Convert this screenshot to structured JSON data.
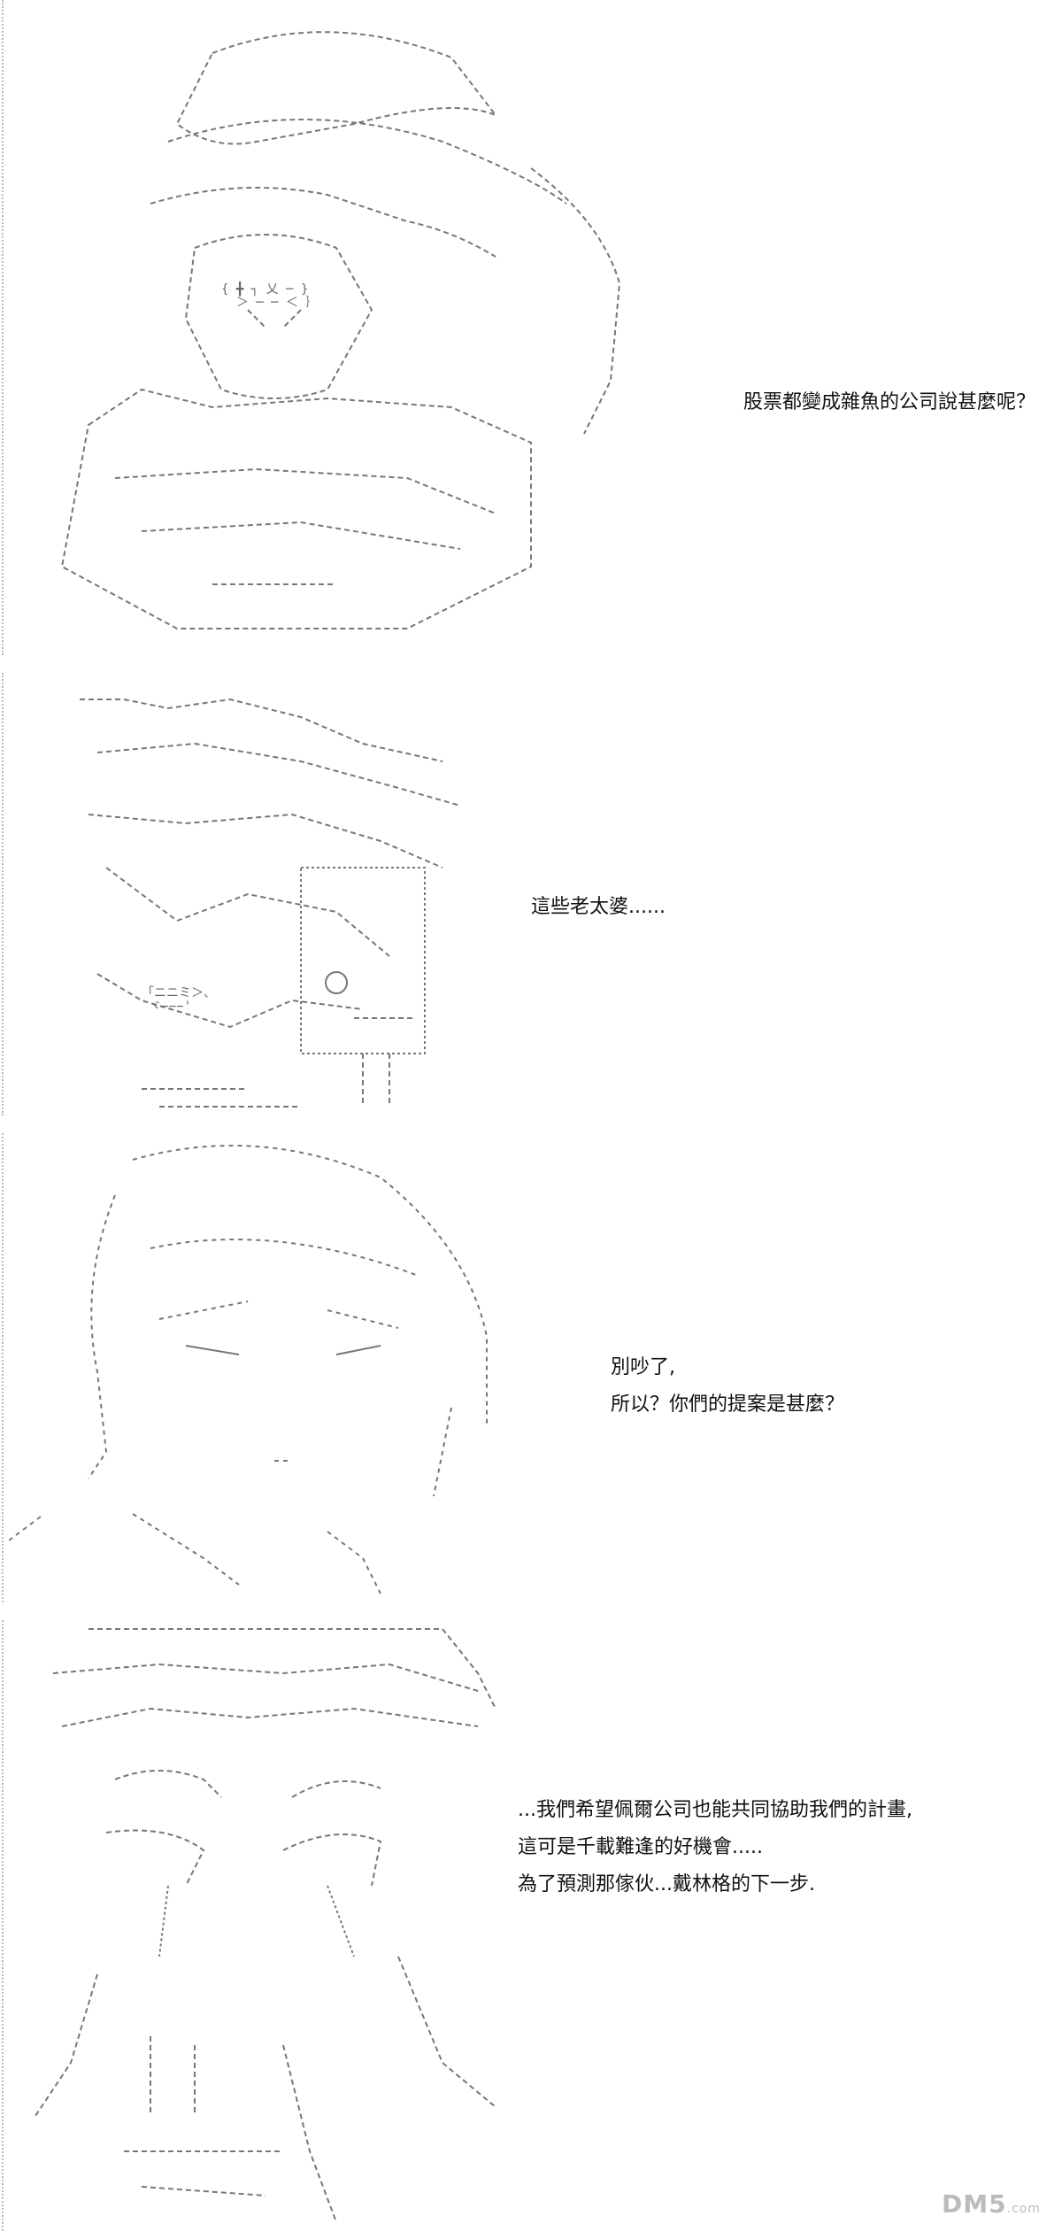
{
  "panels": [
    {
      "art_name": "captain-hat-figure",
      "lines": [
        "股票都變成雜魚的公司說甚麼呢？"
      ]
    },
    {
      "art_name": "shadowed-face-figure",
      "lines": [
        "這些老太婆......"
      ]
    },
    {
      "art_name": "short-hair-girl-figure",
      "lines": [
        "別吵了,",
        "所以？你們的提案是甚麼？"
      ]
    },
    {
      "art_name": "glasses-woman-figure",
      "lines": [
        "...我們希望佩爾公司也能共同協助我們的計畫,",
        "這可是千載難逢的好機會.....",
        "為了預測那傢伙...戴林格的下一步."
      ]
    }
  ],
  "watermark": {
    "text": "DM5",
    "suffix": ".com"
  },
  "colors": {
    "art": "#666666",
    "text": "#111111",
    "background": "#ffffff"
  }
}
